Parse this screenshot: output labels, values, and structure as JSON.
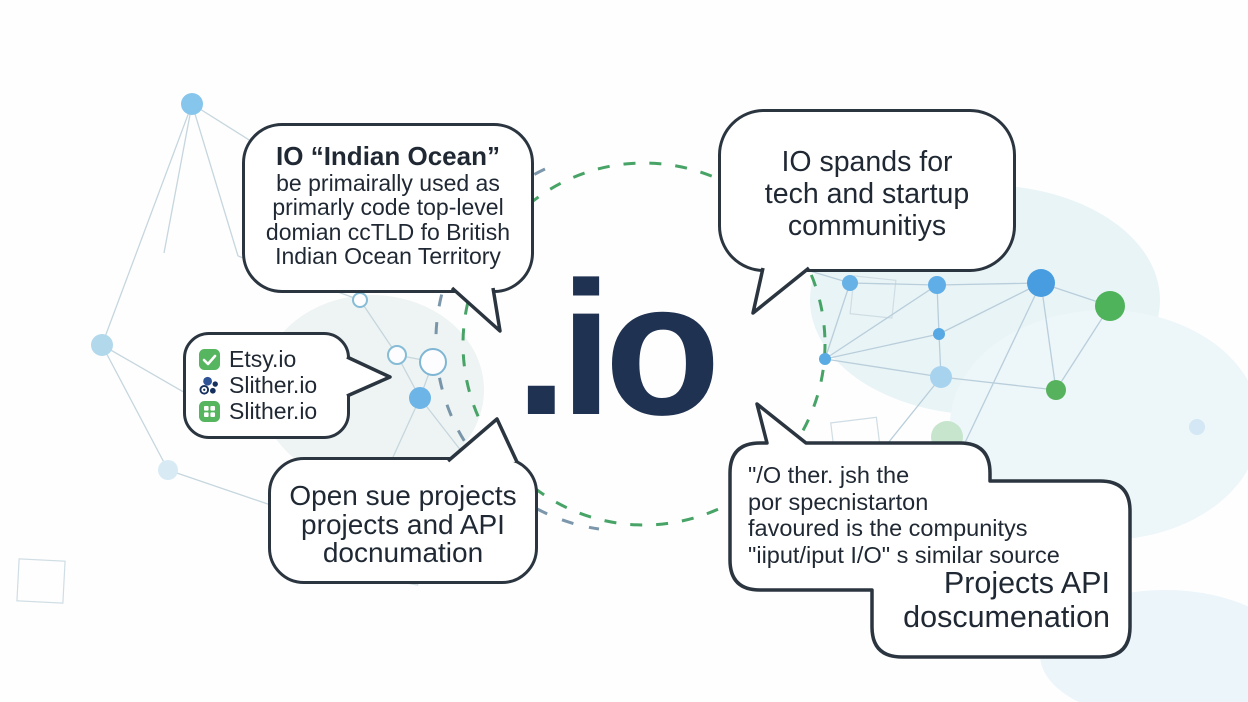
{
  "center": {
    "logo": ".io"
  },
  "bubbles": {
    "top_left": {
      "title": "IO “Indian Ocean”",
      "lines": [
        "be primairally used as",
        "primarly code top-level",
        "domian ccTLD fo British",
        "Indian Ocean Territory"
      ]
    },
    "top_right": {
      "lines": [
        "IO spands for",
        "tech and startup",
        "communitiys"
      ]
    },
    "examples": {
      "items": [
        {
          "icon": "check-icon",
          "label": "Etsy.io"
        },
        {
          "icon": "community-dots-icon",
          "label": "Slither.io"
        },
        {
          "icon": "grid-icon",
          "label": "Slither.io"
        }
      ]
    },
    "bottom_left": {
      "lines": [
        "Open sue projects",
        "projects and API",
        "docnumation"
      ]
    },
    "bottom_right": {
      "lines": [
        "\"/O ther. jsh the",
        "por specnistarton",
        "favoured is the compunitys",
        "\"iiput/iput I/O\" s similar source"
      ],
      "emphasis": [
        "Projects API",
        "doscumenation"
      ]
    }
  },
  "colors": {
    "logo_navy": "#203252",
    "outline_dark": "#2b3540",
    "dashed_green": "#3d9e5e",
    "dashed_slate": "#5b7d96",
    "node_blue": "#489de1",
    "node_green": "#4eb35b",
    "icon_green": "#56b55f",
    "icon_navy": "#16305e"
  }
}
